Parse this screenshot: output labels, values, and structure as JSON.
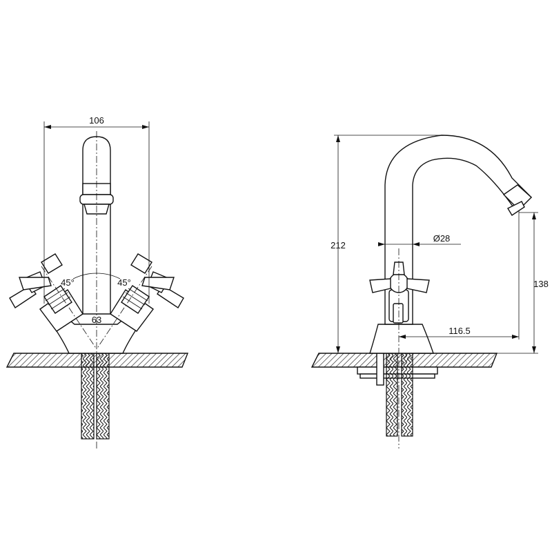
{
  "front_view": {
    "dim_width": "106",
    "dim_angle_left": "45°",
    "dim_angle_right": "45°",
    "dim_spacing": "63"
  },
  "side_view": {
    "dim_height": "212",
    "dim_diameter": "Ø28",
    "dim_spout_height": "138",
    "dim_reach": "116.5"
  }
}
